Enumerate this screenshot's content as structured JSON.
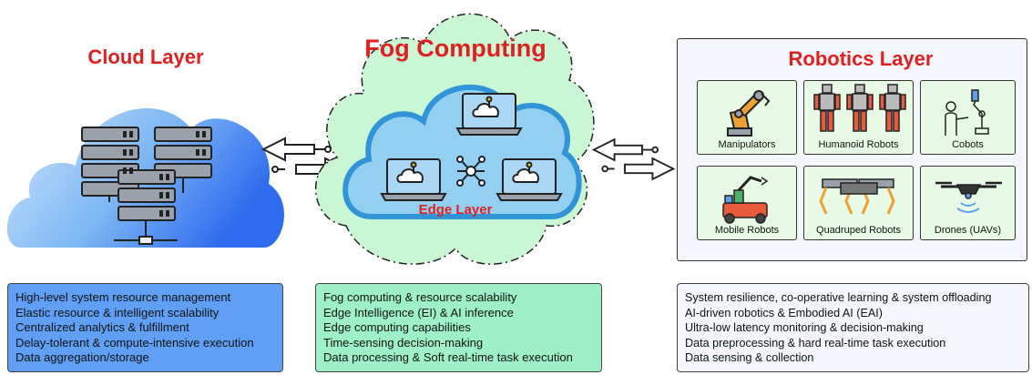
{
  "cloud": {
    "title": "Cloud Layer",
    "items": [
      "High-level system resource management",
      "Elastic resource & intelligent scalability",
      "Centralized analytics & fulfillment",
      "Delay-tolerant & compute-intensive execution",
      "Data aggregation/storage"
    ]
  },
  "fog": {
    "title": "Fog Computing",
    "edge_label": "Edge Layer",
    "items": [
      "Fog computing & resource scalability",
      "Edge Intelligence (EI) & AI inference",
      "Edge computing capabilities",
      "Time-sensing decision-making",
      "Data processing & Soft real-time task execution"
    ]
  },
  "robotics": {
    "title": "Robotics Layer",
    "robots": [
      {
        "label": "Manipulators",
        "icon": "robot-arm-icon"
      },
      {
        "label": "Humanoid Robots",
        "icon": "humanoid-robots-icon"
      },
      {
        "label": "Cobots",
        "icon": "cobot-icon"
      },
      {
        "label": "Mobile Robots",
        "icon": "mobile-robot-icon"
      },
      {
        "label": "Quadruped Robots",
        "icon": "quadruped-robot-icon"
      },
      {
        "label": "Drones (UAVs)",
        "icon": "drone-icon"
      }
    ],
    "items": [
      "System resilience, co-operative learning & system offloading",
      "AI-driven robotics & Embodied AI (EAI)",
      "Ultra-low latency monitoring & decision-making",
      "Data preprocessing & hard real-time task execution",
      "Data sensing & collection"
    ]
  },
  "colors": {
    "title_red": "#e02020",
    "cloud_box": "#5f9ff5",
    "fog_box": "#9ef0c8",
    "robot_box": "#f4f6fb",
    "robot_cell": "#e7fae5"
  }
}
